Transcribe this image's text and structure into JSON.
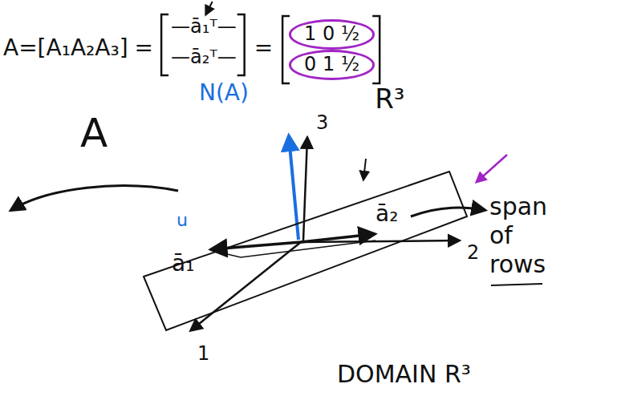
{
  "diagram": {
    "nodes": [
      {
        "text": [
          "1 0 ½"
        ]
      },
      {
        "text": [
          "0 1 ½"
        ]
      },
      {
        "text": [
          "ā₁",
          "ā₂"
        ]
      }
    ],
    "labels": [
      "A=[A₁A₂A₃]",
      "=",
      "—ā₁ᵀ—",
      "—ā₂ᵀ—",
      "=",
      "R³",
      "A",
      "N(A)",
      "3",
      "2",
      "1",
      "u",
      "span of rows",
      "DOMAIN R³"
    ]
  }
}
